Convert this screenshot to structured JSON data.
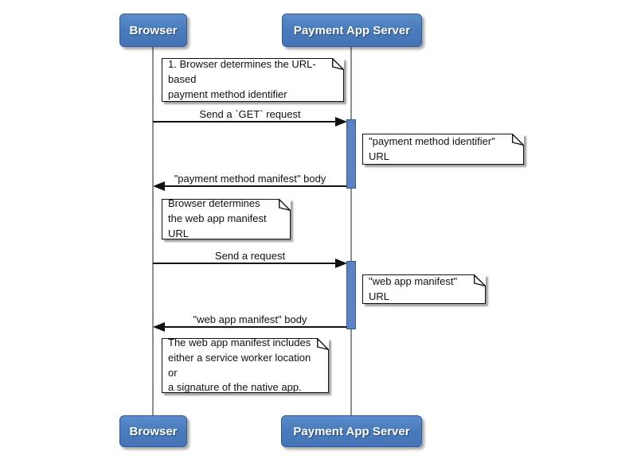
{
  "diagram": {
    "type": "uml-sequence",
    "actors": [
      {
        "label": "Browser"
      },
      {
        "label": "Payment App Server"
      }
    ],
    "messages": [
      {
        "label": "Send a `GET` request",
        "from": "Browser",
        "to": "Payment App Server",
        "direction": "right"
      },
      {
        "label": "\"payment method manifest\" body",
        "from": "Payment App Server",
        "to": "Browser",
        "direction": "left"
      },
      {
        "label": "Send a request",
        "from": "Browser",
        "to": "Payment App Server",
        "direction": "right"
      },
      {
        "label": "\"web app manifest\" body",
        "from": "Payment App Server",
        "to": "Browser",
        "direction": "left"
      }
    ],
    "notes": [
      {
        "text": "1. Browser determines the URL-based\npayment method identifier",
        "position": "over Browser lifeline"
      },
      {
        "text": "\"payment method identifier\" URL",
        "position": "right of Payment App Server activation 1"
      },
      {
        "text": "Browser determines\nthe web app manifest URL",
        "position": "over Browser lifeline"
      },
      {
        "text": "\"web app manifest\" URL",
        "position": "right of Payment App Server activation 2"
      },
      {
        "text": "The web app manifest includes\neither a service worker location or\na signature of the native app.",
        "position": "over Browser lifeline"
      }
    ],
    "colors": {
      "actor_fill": "#4a7cbd",
      "actor_border": "#2f5a9b",
      "actor_text": "#ffffff",
      "activation_fill": "#5b82c5",
      "activation_border": "#33598f",
      "lifeline": "#8f8f8f",
      "note_fill": "#ffffff",
      "note_border": "#111111",
      "message_line": "#111111",
      "background": "#ffffff"
    }
  }
}
